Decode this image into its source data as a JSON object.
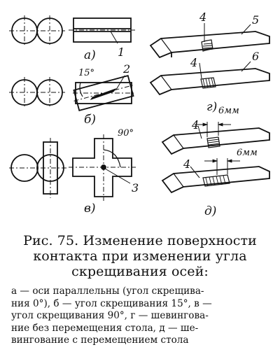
{
  "figure": {
    "panel_labels": {
      "a": "а)",
      "b": "б)",
      "v": "в)",
      "g": "г)",
      "d": "д)"
    },
    "numbers": {
      "n1": "1",
      "n2": "2",
      "n3": "3",
      "n4a": "4",
      "n4b": "4",
      "n4c": "4",
      "n4d": "4",
      "n5": "5",
      "n6": "6"
    },
    "angles": {
      "a15": "15°",
      "a90": "90°"
    },
    "dims": {
      "d1": "6мм",
      "d2": "6мм"
    }
  },
  "caption": {
    "line1": "Рис. 75.  Изменение поверхности",
    "line2": "контакта  при  изменении  угла",
    "line3": "скрещивания осей:"
  },
  "legend": {
    "line1": "а — оси параллельны (угол скрещива-",
    "line2": "ния 0°), б — угол скрещивания 15°, в —",
    "line3": "угол скрещивания 90°, г — шевингова-",
    "line4": "ние без перемещения стола, д — ше-",
    "line5": "вингование с перемещением стола"
  }
}
